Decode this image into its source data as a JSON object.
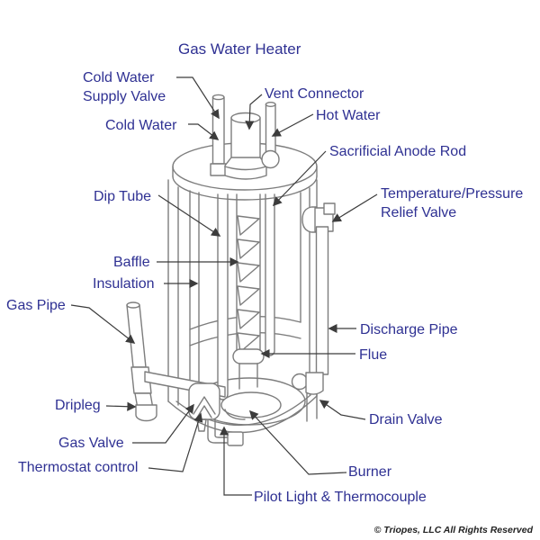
{
  "diagram": {
    "title": "Gas Water Heater",
    "copyright": "© Triopes, LLC All Rights Reserved",
    "colors": {
      "label_text": "#2f3193",
      "line_art": "#7d7d7d",
      "leader_line": "#3c3c3c",
      "background": "#ffffff"
    },
    "labels": {
      "cold_water_supply_valve": "Cold Water\nSupply Valve",
      "cold_water": "Cold Water",
      "vent_connector": "Vent Connector",
      "hot_water": "Hot Water",
      "sacrificial_anode_rod": "Sacrificial Anode Rod",
      "dip_tube": "Dip Tube",
      "temperature_pressure_relief_valve": "Temperature/Pressure\nRelief Valve",
      "baffle": "Baffle",
      "insulation": "Insulation",
      "gas_pipe": "Gas Pipe",
      "discharge_pipe": "Discharge Pipe",
      "flue": "Flue",
      "dripleg": "Dripleg",
      "drain_valve": "Drain Valve",
      "gas_valve": "Gas Valve",
      "thermostat_control": "Thermostat control",
      "burner": "Burner",
      "pilot_light_thermocouple": "Pilot Light & Thermocouple"
    }
  }
}
